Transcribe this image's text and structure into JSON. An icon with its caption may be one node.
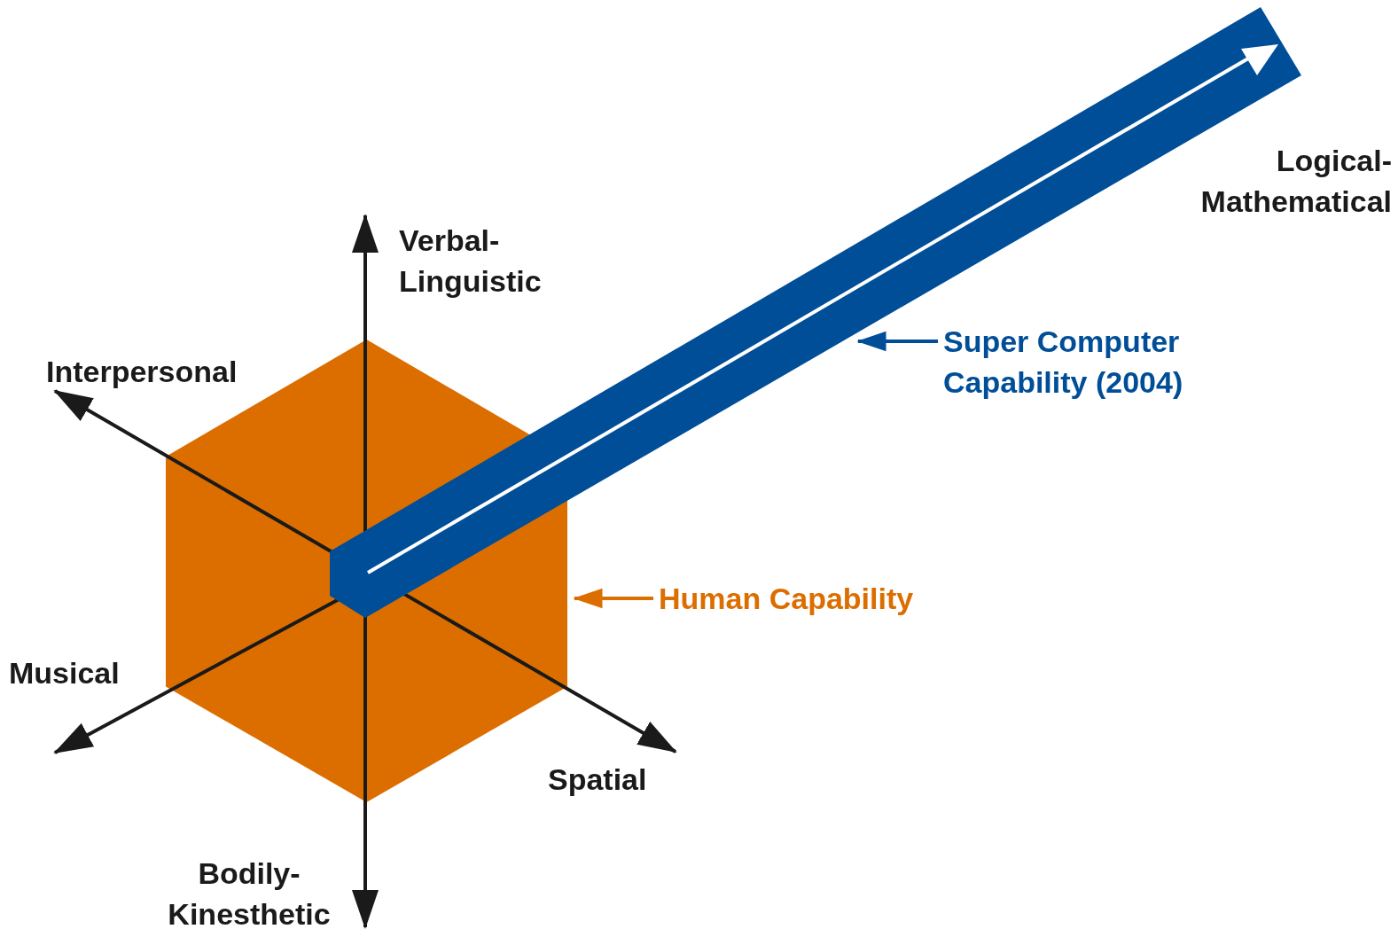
{
  "diagram": {
    "nodes": [
      {
        "text": [],
        "shape": "hexagon"
      },
      {
        "text": [],
        "shape": "bar"
      },
      {
        "text": [
          "Human Capability"
        ]
      },
      {
        "text": [
          "Super Computer Capability (2004)"
        ]
      }
    ],
    "edges": [
      {
        "from": 3,
        "to": 1,
        "arrow": "to",
        "color": "#004e98"
      },
      {
        "from": 2,
        "to": 0,
        "arrow": "to",
        "color": "#dc6e00"
      }
    ],
    "labels": [
      "Logical- Mathematical",
      "Verbal- Linguistic",
      "Interpersonal",
      "Musical",
      "Spatial",
      "Bodily- Kinesthetic"
    ]
  }
}
